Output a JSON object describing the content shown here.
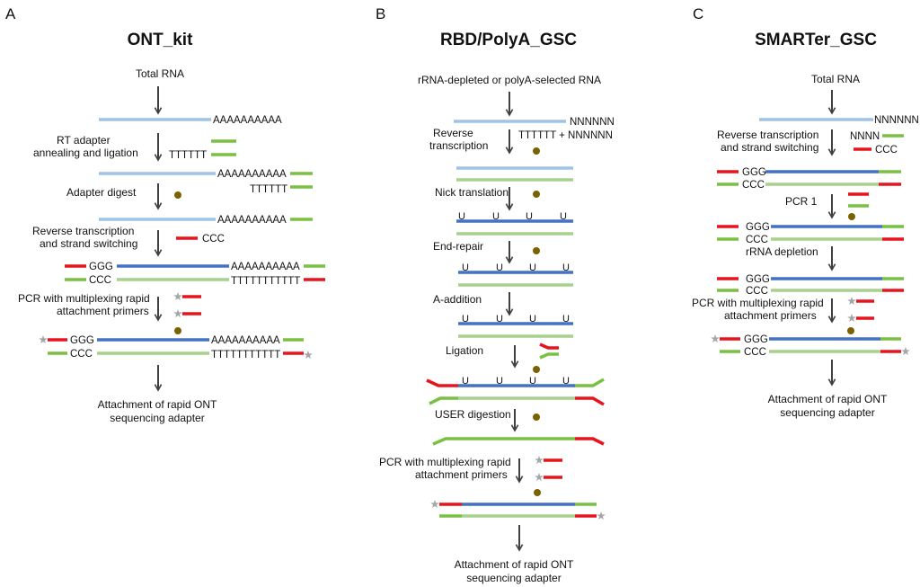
{
  "colors": {
    "rna": "#9dc3e6",
    "cdna": "#a9d18e",
    "dsdna": "#4472c4",
    "adapter_red": "#e8141d",
    "adapter_green": "#7ac143",
    "arrow": "#404040",
    "enzyme": "#7a6200",
    "star": "#a6a6a6"
  },
  "panels": {
    "a": {
      "letter": "A",
      "title": "ONT_kit",
      "start": "Total RNA",
      "polyA": "AAAAAAAAAA",
      "oligoT": "TTTTTT",
      "polyT": "TTTTTTTTTTT",
      "ggg": "GGG",
      "ccc": "CCC",
      "steps": {
        "rt_adapter_1": "RT adapter",
        "rt_adapter_2": "annealing and ligation",
        "digest": "Adapter digest",
        "rt_1": "Reverse transcription",
        "rt_2": "and strand switching",
        "pcr_1": "PCR with multiplexing rapid",
        "pcr_2": "attachment primers"
      },
      "end_1": "Attachment of rapid ONT",
      "end_2": "sequencing adapter"
    },
    "b": {
      "letter": "B",
      "title": "RBD/PolyA_GSC",
      "start": "rRNA-depleted or polyA-selected RNA",
      "n6": "NNNNNN",
      "rt_primer": "TTTTTT + NNNNNN",
      "u": "U",
      "steps": {
        "rt_1": "Reverse",
        "rt_2": "transcription",
        "nick": "Nick translation",
        "repair": "End-repair",
        "a_add": "A-addition",
        "ligation": "Ligation",
        "user": "USER digestion",
        "pcr_1": "PCR with multiplexing rapid",
        "pcr_2": "attachment primers"
      },
      "end_1": "Attachment of rapid ONT",
      "end_2": "sequencing adapter"
    },
    "c": {
      "letter": "C",
      "title": "SMARTer_GSC",
      "start": "Total RNA",
      "n6": "NNNNNN",
      "n4": "NNNN",
      "ggg": "GGG",
      "ccc": "CCC",
      "steps": {
        "rt_1": "Reverse transcription",
        "rt_2": "and strand switching",
        "pcr1": "PCR 1",
        "rrna": "rRNA depletion",
        "pcr_1": "PCR with multiplexing rapid",
        "pcr_2": "attachment primers"
      },
      "end_1": "Attachment of rapid ONT",
      "end_2": "sequencing adapter"
    }
  }
}
